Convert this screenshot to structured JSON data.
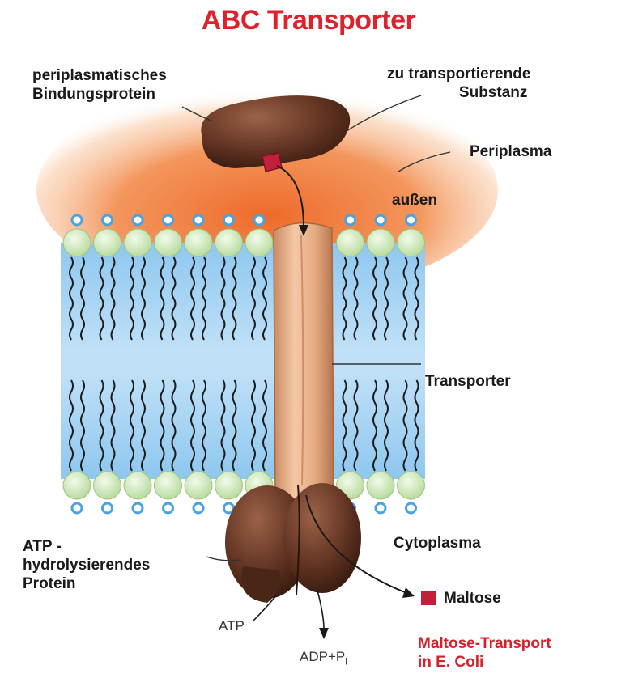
{
  "title": "ABC Transporter",
  "labels": {
    "binding_protein": [
      "periplasmatisches",
      "Bindungsprotein"
    ],
    "substance": [
      "zu transportierende",
      "Substanz"
    ],
    "periplasm": "Periplasma",
    "outside": "außen",
    "transporter": "Transporter",
    "cytoplasm": "Cytoplasma",
    "atp_protein": [
      "ATP -",
      "hydrolysierendes",
      "Protein"
    ],
    "atp": "ATP",
    "adp": "ADP+P",
    "adp_sub": "i",
    "maltose": "Maltose",
    "caption": [
      "Maltose-Transport",
      "in E. Coli"
    ]
  },
  "colors": {
    "title": "#e0202a",
    "periplasm_glow": "#f07a3a",
    "membrane": "#a9d4f2",
    "membrane_light": "#d6ecfa",
    "lipid_head": "#d4ecc0",
    "phosphate": "#6bb5e6",
    "protein_brown": "#6a3b28",
    "transporter": "#e7b38a",
    "maltose": "#c0203a"
  }
}
